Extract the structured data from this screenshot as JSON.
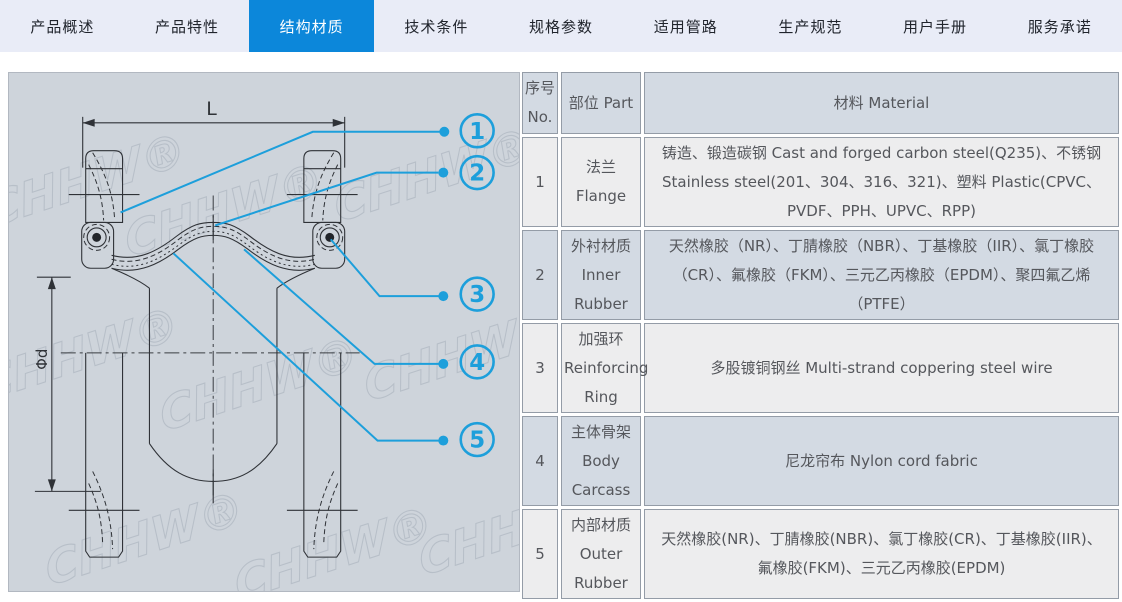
{
  "tabs": {
    "items": [
      "产品概述",
      "产品特性",
      "结构材质",
      "技术条件",
      "规格参数",
      "适用管路",
      "生产规范",
      "用户手册",
      "服务承诺"
    ],
    "active_index": 2
  },
  "diagram": {
    "watermark": "CHHW®",
    "dim_length_label": "L",
    "dim_diameter_label": "Φd",
    "callouts": [
      {
        "number": "1"
      },
      {
        "number": "2"
      },
      {
        "number": "3"
      },
      {
        "number": "4"
      },
      {
        "number": "5"
      }
    ]
  },
  "table": {
    "headers": {
      "no": "序号 No.",
      "part": "部位 Part",
      "material": "材料 Material"
    },
    "rows": [
      {
        "no": "1",
        "part": "法兰 Flange",
        "material": "铸造、锻造碳钢 Cast and forged carbon steel(Q235)、不锈钢 Stainless steel(201、304、316、321)、塑料 Plastic(CPVC、PVDF、PPH、UPVC、RPP)"
      },
      {
        "no": "2",
        "part": "外衬材质 Inner Rubber",
        "material": "天然橡胶（NR）、丁腈橡胶（NBR）、丁基橡胶（IIR）、氯丁橡胶（CR）、氟橡胶（FKM）、三元乙丙橡胶（EPDM）、聚四氟乙烯（PTFE）"
      },
      {
        "no": "3",
        "part": "加强环 Reinforcing Ring",
        "material": "多股镀铜钢丝 Multi-strand coppering steel wire"
      },
      {
        "no": "4",
        "part": "主体骨架 Body Carcass",
        "material": "尼龙帘布 Nylon cord fabric"
      },
      {
        "no": "5",
        "part": "内部材质 Outer Rubber",
        "material": "天然橡胶(NR)、丁腈橡胶(NBR)、氯丁橡胶(CR)、丁基橡胶(IIR)、氟橡胶(FKM)、三元乙丙橡胶(EPDM)"
      }
    ]
  },
  "colors": {
    "accent_blue": "#0c87da",
    "callout_cyan": "#1d9fdb",
    "panel_bg": "#ced4db",
    "tabbar_bg": "#e9ecf7",
    "row_dark": "#d3dae3",
    "row_light": "#ededee"
  }
}
